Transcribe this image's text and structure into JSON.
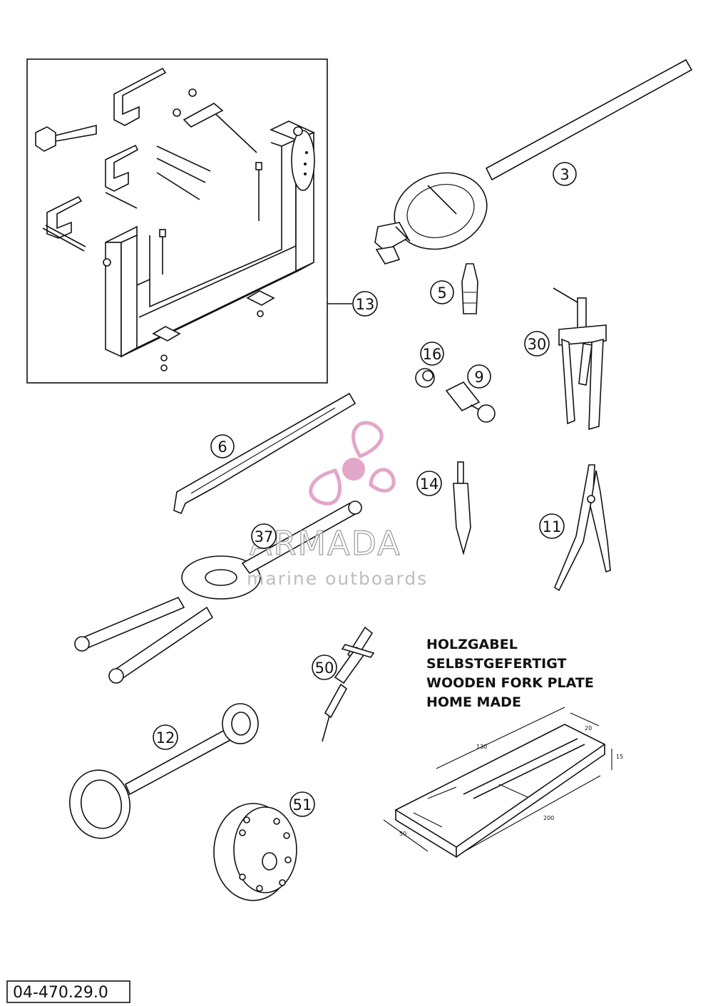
{
  "figure": {
    "doc_number": "04-470.29.0"
  },
  "callouts": [
    {
      "label": "3"
    },
    {
      "label": "5"
    },
    {
      "label": "13"
    },
    {
      "label": "16"
    },
    {
      "label": "9"
    },
    {
      "label": "30"
    },
    {
      "label": "6"
    },
    {
      "label": "14"
    },
    {
      "label": "11"
    },
    {
      "label": "37"
    },
    {
      "label": "50"
    },
    {
      "label": "12"
    },
    {
      "label": "51"
    }
  ],
  "fork_plate_note": {
    "lines": [
      "HOLZGABEL",
      "SELBSTGEFERTIGT",
      "WOODEN FORK PLATE",
      "HOME MADE"
    ],
    "dimensions": {
      "length": "200",
      "slot_length": "130",
      "width": "50",
      "slot_width": "20",
      "height": "15"
    }
  },
  "watermark": {
    "brand": "ARMADA",
    "subtitle": "marine outboards",
    "logo_color": "#e2a6c9"
  }
}
